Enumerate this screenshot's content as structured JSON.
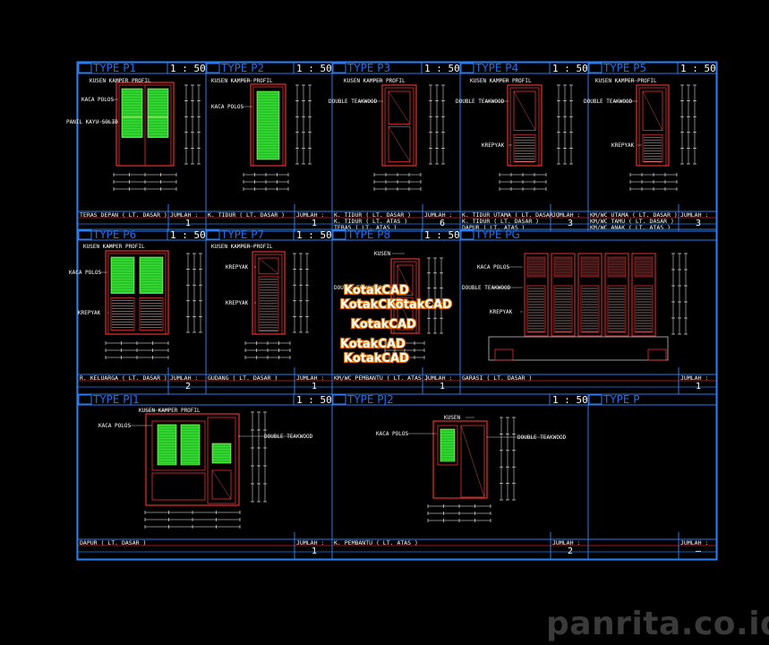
{
  "watermark": "panrita.co.id",
  "colors": {
    "background": "#000000",
    "frame": "#2a7df0",
    "title_text": "#1e6ff5",
    "door_frame": "#e53030",
    "glass": "#33dd33",
    "dimension": "#ffffff",
    "watermark_stroke": "#e07000"
  },
  "panels": [
    {
      "id": "P1",
      "type": "TYPE    P1",
      "scale": "1 : 50",
      "labels": [
        "KUSEN KAMPER PROFIL",
        "KACA POLOS",
        "PANIL KAYU SOLID"
      ],
      "rooms": [
        "TERAS DEPAN ( LT. DASAR )"
      ],
      "jumlah_label": "JUMLAH :",
      "count": "1"
    },
    {
      "id": "P2",
      "type": "TYPE    P2",
      "scale": "1 : 50",
      "labels": [
        "KUSEN KAMPER PROFIL",
        "KACA POLOS"
      ],
      "rooms": [
        "K. TIDUR ( LT. DASAR )"
      ],
      "jumlah_label": "JUMLAH :",
      "count": "1"
    },
    {
      "id": "P3",
      "type": "TYPE    P3",
      "scale": "1 : 50",
      "labels": [
        "KUSEN KAMPER PROFIL",
        "DOUBLE TEAKWOOD"
      ],
      "rooms": [
        "K. TIDUR ( LT. DASAR )",
        "K. TIDUR ( LT. ATAS )",
        "TERAS ( LT. ATAS )"
      ],
      "jumlah_label": "JUMLAH :",
      "count": "6"
    },
    {
      "id": "P4",
      "type": "TYPE    P4",
      "scale": "1 : 50",
      "labels": [
        "KUSEN KAMPER PROFIL",
        "DOUBLE TEAKWOOD",
        "KREPYAK"
      ],
      "rooms": [
        "K. TIDUR UTAMA ( LT. DASAR )",
        "K. TIDUR ( LT. DASAR )",
        "DAPUR ( LT. ATAS )"
      ],
      "jumlah_label": "JUMLAH :",
      "count": "3"
    },
    {
      "id": "P5",
      "type": "TYPE    P5",
      "scale": "1 : 50",
      "labels": [
        "KUSEN KAMPER PROFIL",
        "DOUBLE TEAKWOOD",
        "KREPYAK"
      ],
      "rooms": [
        "KM/WC UTAMA ( LT. DASAR )",
        "KM/WC TAMU ( LT. DASAR )",
        "KM/WC ANAK ( LT. ATAS )"
      ],
      "jumlah_label": "JUMLAH :",
      "count": "3"
    },
    {
      "id": "P6",
      "type": "TYPE    P6",
      "scale": "1 : 50",
      "labels": [
        "KUSEN KAMPER PROFIL",
        "KACA POLOS",
        "KREPYAK"
      ],
      "rooms": [
        "R. KELUARGA ( LT. DASAR )"
      ],
      "jumlah_label": "JUMLAH :",
      "count": "2"
    },
    {
      "id": "P7",
      "type": "TYPE    P7",
      "scale": "1 : 50",
      "labels": [
        "KUSEN KAMPER PROFIL",
        "KREPYAK",
        "KREPYAK"
      ],
      "rooms": [
        "GUDANG ( LT. DASAR )"
      ],
      "jumlah_label": "JUMLAH :",
      "count": "1"
    },
    {
      "id": "P8",
      "type": "TYPE    P8",
      "scale": "1 : 50",
      "labels": [
        "KUSEN",
        "DOUBLE TEAKWOOD"
      ],
      "rooms": [
        "KM/WC PEMBANTU ( LT. ATAS )"
      ],
      "jumlah_label": "JUMLAH :",
      "count": "1"
    },
    {
      "id": "PG",
      "type": "TYPE    PG",
      "scale": "",
      "labels": [
        "KACA POLOS",
        "DOUBLE TEAKWOOD",
        "KREPYAK"
      ],
      "rooms": [
        "GARASI ( LT. DASAR )"
      ],
      "jumlah_label": "JUMLAH :",
      "count": "1"
    },
    {
      "id": "PJ1",
      "type": "TYPE    PJ1",
      "scale": "1 : 50",
      "labels": [
        "KUSEN KAMPER PROFIL",
        "KACA POLOS",
        "DOUBLE TEAKWOOD"
      ],
      "rooms": [
        "DAPUR ( LT. DASAR )"
      ],
      "jumlah_label": "JUMLAH :",
      "count": "1"
    },
    {
      "id": "PJ2",
      "type": "TYPE    PJ2",
      "scale": "1 : 50",
      "labels": [
        "KUSEN",
        "KACA POLOS",
        "DOUBLE TEAKWOOD"
      ],
      "rooms": [
        "K. PEMBANTU ( LT. ATAS )"
      ],
      "jumlah_label": "JUMLAH :",
      "count": "2"
    },
    {
      "id": "P",
      "type": "TYPE    P",
      "scale": "",
      "labels": [],
      "rooms": [],
      "jumlah_label": "JUMLAH :",
      "count": "—"
    }
  ],
  "kotakcad_marks": [
    "KotakCAD",
    "KotakCAD",
    "KotakCAD",
    "KotakCAD",
    "KotakCAD",
    "KotakCAD"
  ]
}
